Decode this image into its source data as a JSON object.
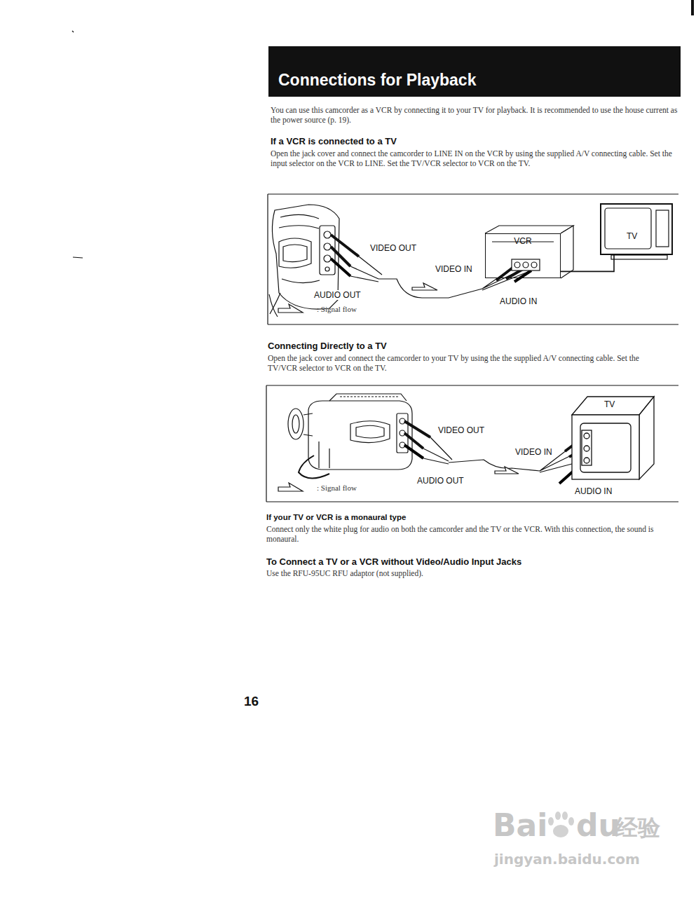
{
  "diagram": {
    "title": "Connections for Playback",
    "nodes": [
      {
        "text": [
          "VCR"
        ]
      },
      {
        "text": [
          "TV"
        ]
      },
      {
        "text": [
          "TV"
        ]
      }
    ],
    "edges": [
      {
        "from": 0,
        "to": 1,
        "arrow": "none"
      }
    ],
    "labels": [
      "You can use this camcorder as a VCR by connecting it to your TV for playback. It is recommended to use the house current as the power source (p. 19).",
      "If a VCR is connected to a TV",
      "Open the jack cover and connect the camcorder to LINE IN on the VCR by using the supplied A/V connecting cable. Set the input selector on the VCR to LINE. Set the TV/VCR selector to VCR on the TV.",
      "VIDEO OUT",
      "VIDEO IN",
      "AUDIO OUT",
      "AUDIO IN",
      "Connecting Directly to a TV",
      "Open the jack cover and connect the camcorder to your TV by using the the supplied A/V connecting cable. Set the TV/VCR selector to VCR on the TV.",
      "VIDEO OUT",
      "VIDEO IN",
      "AUDIO OUT",
      "AUDIO IN",
      "If your TV or VCR is a monaural type",
      "Connect only the white plug for audio on both the camcorder and the TV or the VCR. With this connection, the sound is monaural.",
      "To Connect a TV or a VCR without Video/Audio Input Jacks",
      "Use the RFU-95UC RFU adaptor (not supplied).",
      "16",
      "Bai",
      "du",
      "经验",
      "jingyan.baidu.com"
    ],
    "legend": [
      {
        "text": ": Signal flow"
      },
      {
        "text": ": Signal flow"
      }
    ]
  }
}
